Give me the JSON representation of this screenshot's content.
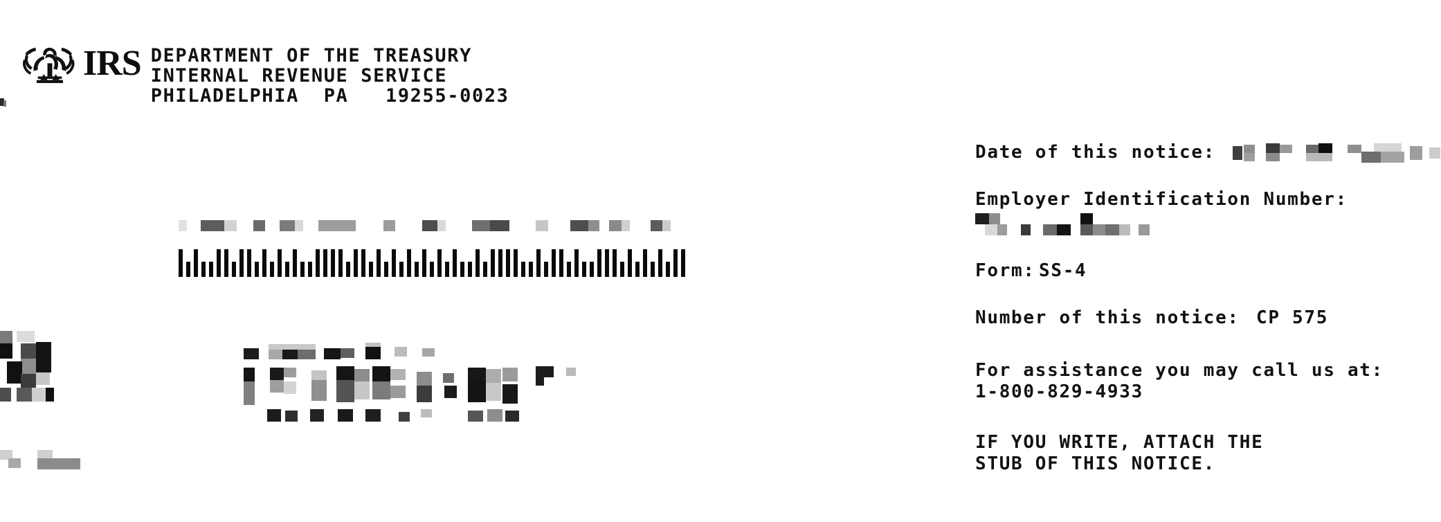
{
  "document": {
    "kind": "irs-notice",
    "notice_number": "CP 575",
    "form": "SS-4",
    "background_color": "#ffffff",
    "text_color": "#111111"
  },
  "letterhead": {
    "logo_name": "irs-eagle-scales-emblem",
    "wordmark": "IRS",
    "line1": "DEPARTMENT OF THE TREASURY",
    "line2": "INTERNAL REVENUE SERVICE",
    "line3": "PHILADELPHIA  PA   19255-0023"
  },
  "mailing": {
    "barcode_label": "postnet-mail-barcode",
    "redacted_routing_label": "redacted-routing-text",
    "redacted_address_label": "redacted-mailing-address",
    "left_margin_marks_label": "redacted-margin-marks"
  },
  "notice_info": {
    "date_label": "Date of this notice:",
    "date_value_redacted": true,
    "ein_label": "Employer Identification Number:",
    "ein_value_redacted": true,
    "form_label": "Form:",
    "form_value": "SS-4",
    "notice_number_label": "Number of this notice:",
    "notice_number_value": "CP 575",
    "assistance_line1": "For assistance you may call us at:",
    "assistance_phone": "1-800-829-4933",
    "write_instruction_line1": "IF YOU WRITE, ATTACH THE",
    "write_instruction_line2": "STUB OF THIS NOTICE."
  }
}
